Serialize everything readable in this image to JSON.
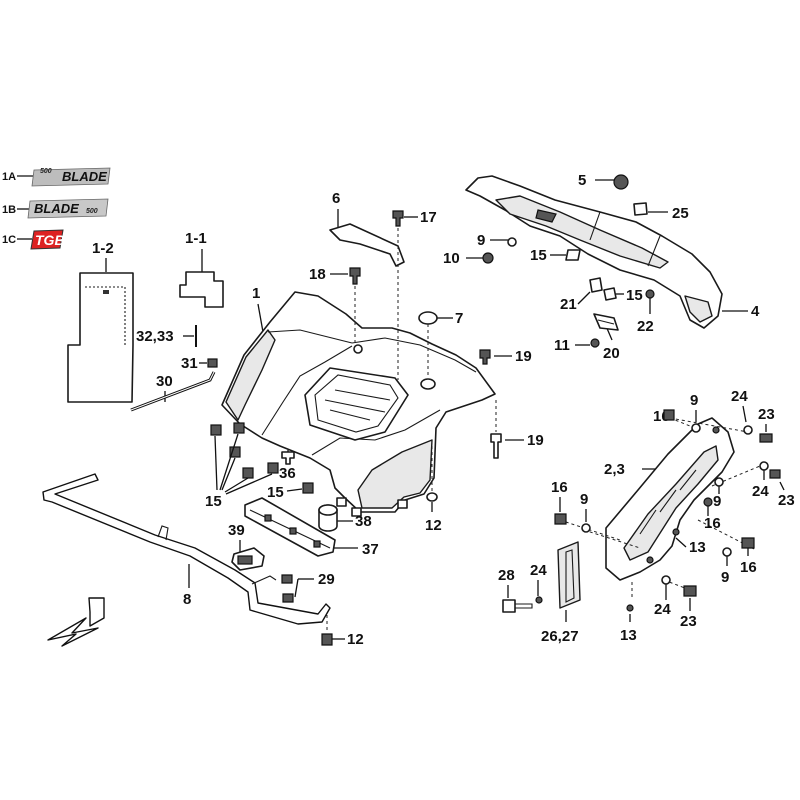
{
  "decals": {
    "1A": {
      "label": "1A",
      "small": "500",
      "big": "BLADE"
    },
    "1B": {
      "label": "1B",
      "small": "500",
      "big": "BLADE"
    },
    "1C": {
      "label": "1C",
      "big": "TGB"
    }
  },
  "callouts": {
    "c1_2": "1-2",
    "c1_1": "1-1",
    "c1": "1",
    "c32_33": "32,33",
    "c31": "31",
    "c30": "30",
    "c15a": "15",
    "c15b": "15",
    "c36": "36",
    "c39": "39",
    "c38": "38",
    "c37": "37",
    "c29": "29",
    "c8": "8",
    "c12a": "12",
    "c12b": "12",
    "c6": "6",
    "c17": "17",
    "c18": "18",
    "c7": "7",
    "c19a": "19",
    "c19b": "19",
    "c5": "5",
    "c25": "25",
    "c9a": "9",
    "c10": "10",
    "c15c": "15",
    "c21": "21",
    "c15d": "15",
    "c4": "4",
    "c22": "22",
    "c11": "11",
    "c20": "20",
    "c16a": "16",
    "c9b": "9",
    "c24a": "24",
    "c23a": "23",
    "c2_3": "2,3",
    "c9c": "9",
    "c24b": "24",
    "c23b": "23",
    "c16b": "16",
    "c9d": "9",
    "c16c": "16",
    "c13a": "13",
    "c9e": "9",
    "c16d": "16",
    "c28": "28",
    "c24c": "24",
    "c24d": "24",
    "c23c": "23",
    "c13b": "13",
    "c26_27": "26,27"
  }
}
